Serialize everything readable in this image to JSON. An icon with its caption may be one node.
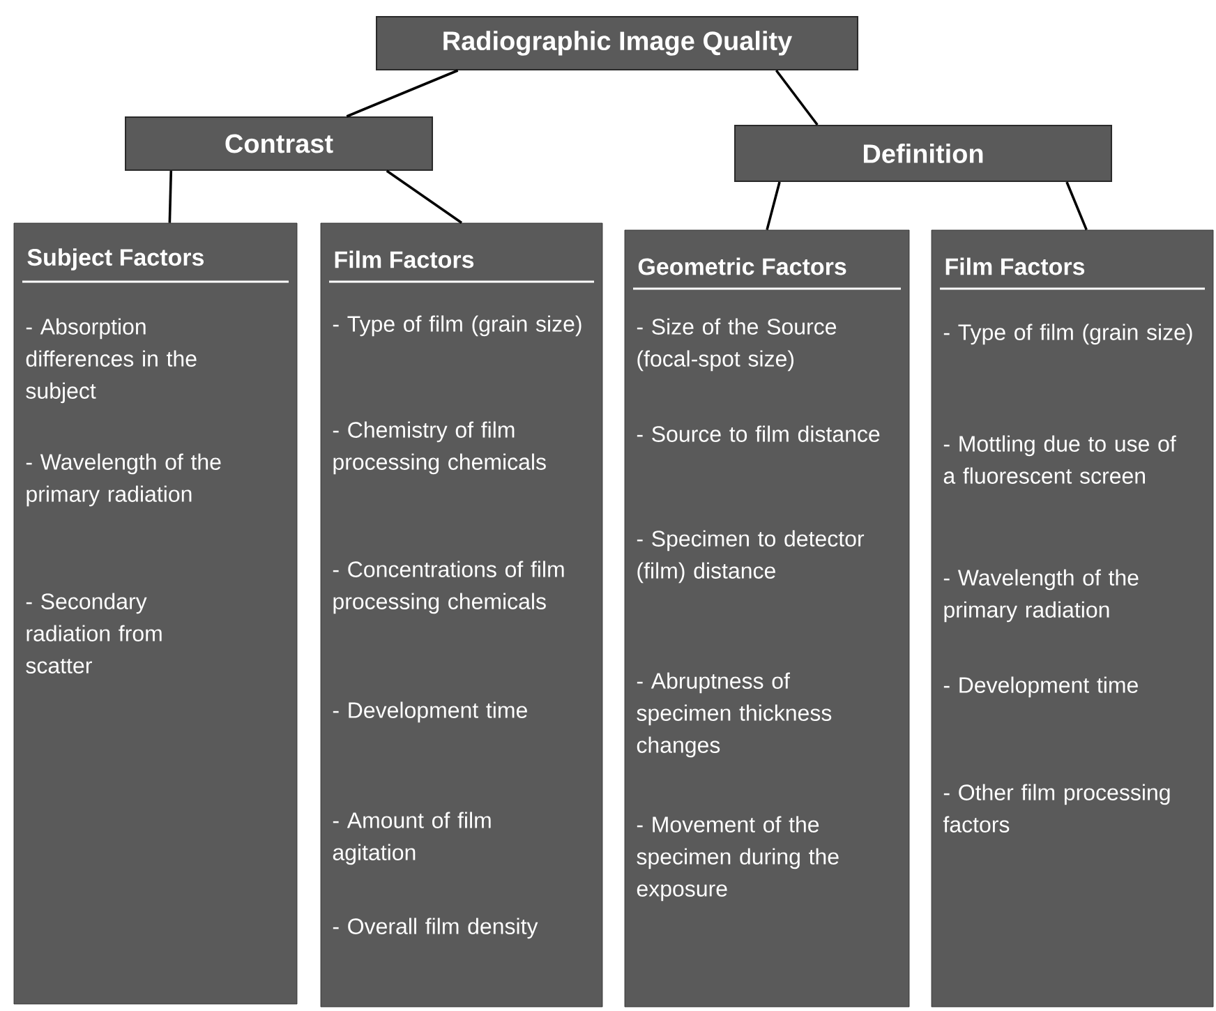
{
  "diagram": {
    "nodes": [
      {
        "text": [
          "Radiographic Image Quality"
        ]
      },
      {
        "text": [
          "Contrast"
        ]
      },
      {
        "text": [
          "Definition"
        ]
      },
      {
        "text": [
          "Subject Factors",
          "- Absorption differences in the subject",
          "- Wavelength of the primary radiation",
          "- Secondary radiation from scatter"
        ]
      },
      {
        "text": [
          "Film Factors",
          "- Type of film (grain size)",
          "- Chemistry of film processing chemicals",
          "- Concentrations of film processing chemicals",
          "- Development time",
          "- Amount of film agitation",
          "- Overall film density"
        ]
      },
      {
        "text": [
          "Geometric Factors",
          "- Size of the Source (focal-spot size)",
          "- Source to film distance",
          "- Specimen to detector (film) distance",
          "- Abruptness of specimen thickness changes",
          "- Movement of the specimen during the exposure"
        ]
      },
      {
        "text": [
          "Film Factors",
          "- Type of film (grain size)",
          "- Mottling due to use of a fluorescent screen",
          "- Wavelength of the primary radiation",
          "- Development time",
          "- Other film processing factors"
        ]
      }
    ],
    "edges": [
      {
        "from": 0,
        "to": 1,
        "arrow": "none"
      },
      {
        "from": 0,
        "to": 2,
        "arrow": "none"
      },
      {
        "from": 1,
        "to": 3,
        "arrow": "none"
      },
      {
        "from": 1,
        "to": 4,
        "arrow": "none"
      },
      {
        "from": 2,
        "to": 5,
        "arrow": "none"
      },
      {
        "from": 2,
        "to": 6,
        "arrow": "none"
      }
    ]
  }
}
